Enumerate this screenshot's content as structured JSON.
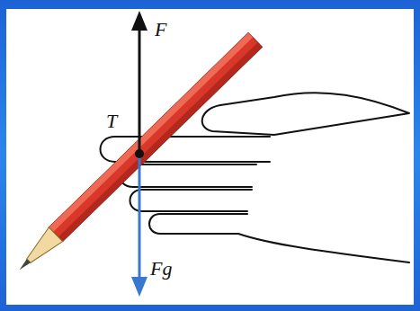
{
  "diagram": {
    "labels": [
      "F",
      "T",
      "Fg"
    ]
  }
}
